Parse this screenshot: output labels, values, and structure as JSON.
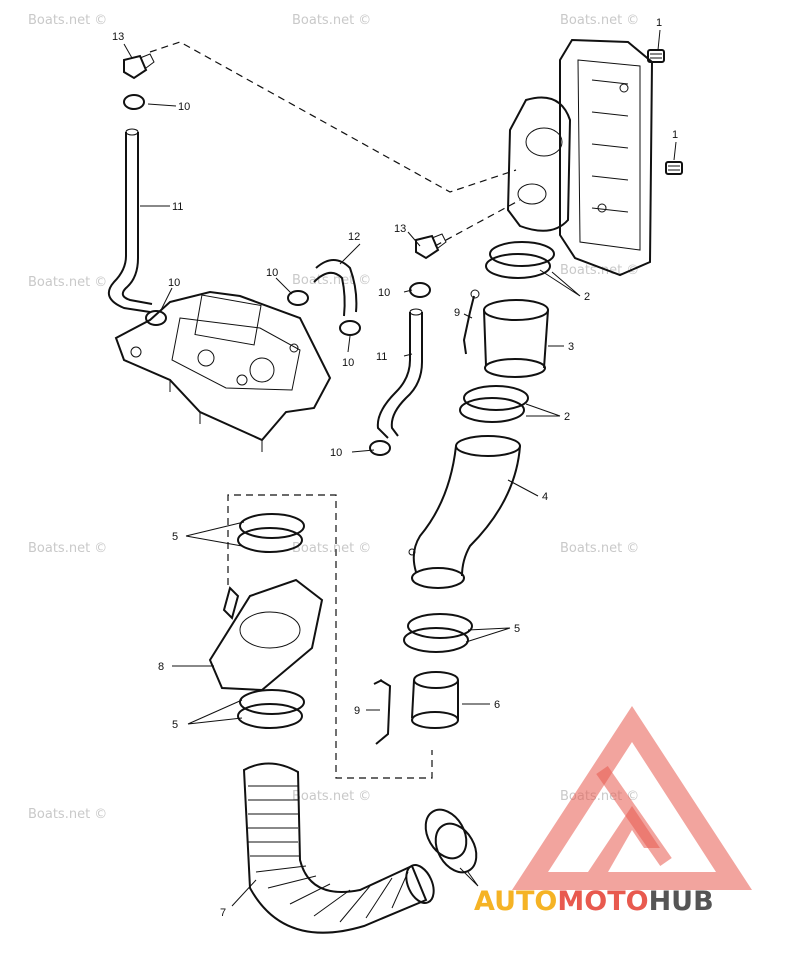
{
  "watermark": "Boats.net ©",
  "parts": {
    "p1a": "1",
    "p1b": "1",
    "p2a": "2",
    "p2b": "2",
    "p3": "3",
    "p4": "4",
    "p5a": "5",
    "p5b": "5",
    "p5c": "5",
    "p6": "6",
    "p7": "7",
    "p8": "8",
    "p9a": "9",
    "p9b": "9",
    "p10a": "10",
    "p10b": "10",
    "p10c": "10",
    "p10d": "10",
    "p10e": "10",
    "p10f": "10",
    "p11a": "11",
    "p11b": "11",
    "p12": "12",
    "p13a": "13",
    "p13b": "13"
  },
  "logo": {
    "part1": "AUTO",
    "part2": "MOTO",
    "part3": "HUB",
    "colors": {
      "auto": "#f5b325",
      "moto": "#e85a4f",
      "hub": "#555555"
    }
  }
}
